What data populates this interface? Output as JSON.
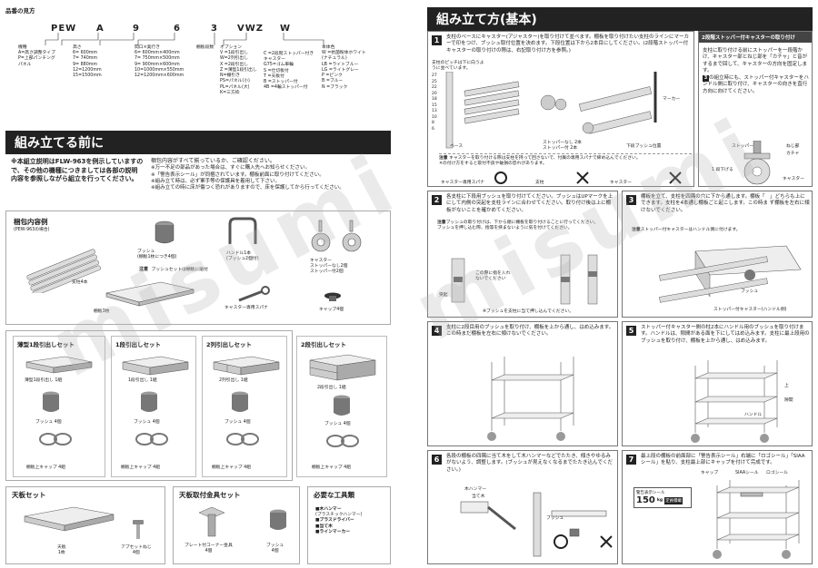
{
  "left": {
    "code_section": {
      "title": "品番の見方",
      "code_parts": [
        "PEW",
        "A",
        "9",
        "6",
        "3",
        "VWZ",
        "W"
      ],
      "col_kisyu": {
        "label": "機種",
        "lines": [
          "A=高さ調整タイプ",
          "P=上部パンチング",
          "パネル"
        ]
      },
      "col_height": {
        "label": "高さ",
        "lines": [
          "6= 600mm",
          "7= 740mm",
          "9= 880mm",
          "12=1200mm",
          "15=1500mm"
        ]
      },
      "col_size": {
        "label": "間口×奥行き",
        "lines": [
          "6= 600mm×400mm",
          "7= 750mm×500mm",
          "9= 900mm×600mm",
          "10=1000mm×550mm",
          "12=1200mm×600mm"
        ]
      },
      "col_shelves": {
        "label": "棚板段数"
      },
      "col_option": {
        "label": "オプション",
        "lines": [
          "V =1段引出し",
          "W=2列引出し",
          "X =2段引出し",
          "Z =薄型1段引出し",
          "N=棚引き",
          "PS=パネル(小)",
          "PL=パネル(大)",
          "K=三方枠"
        ]
      },
      "col_option2": {
        "lines": [
          "C =2段階ストッパー付き",
          "    キャスター",
          "G75=ゴム車輪",
          "S =仕切板付",
          "T =天板付",
          "B =ストッパー付",
          "4B =4輪ストッパー付"
        ]
      },
      "col_color": {
        "label": "本体色",
        "lines": [
          "W =抗菌粉体ホワイト",
          "(ナチュラル)",
          "LB =ライトブルー",
          "LG =ライトグレー",
          "P =ピンク",
          "B =ブルー",
          "N =ブラック"
        ]
      }
    },
    "before": {
      "header": "組み立てる前に",
      "notice": "※本組立説明はFLW-963を例示していますので、その他の機種につきましては各部の説明内容を参照しながら組立を行ってください。",
      "notes": [
        "梱包内容がすべて揃っているか、ご確認ください。",
        "※万一不足の部品があった場合は、すぐに購入先へお知らせください。",
        "※「警告表示シール」が同梱されています。棚板前面に取り付けてください。",
        "※組み立て時は、必ず軍手等の保護具を着用して下さい。",
        "※組み立ての時に床が傷つく恐れがありますので、床を保護してから行ってください。"
      ]
    },
    "package": {
      "title": "梱包内容例",
      "sub": "(PEW-963の場合)",
      "pole_label": "支柱4本",
      "bush_label": "ブッシュ",
      "bush_sub": "(棚板1枚につき4個)",
      "bush_note": "ブッシュセットは棚板に貼付",
      "note_label": "注意",
      "handle_label": "ハンドル1本",
      "handle_sub": "(ブッシュ2個付)",
      "caster_label": "キャスター",
      "caster_line1": "ストッパーなし2個",
      "caster_line2": "ストッパー付2個",
      "shelf_label": "棚板3枚",
      "spanner_label": "キャスター専用スパナ",
      "cap_label": "キャップ4個"
    },
    "drawer_sets": [
      {
        "title": "薄型1段引出しセット",
        "item": "薄型1段引出し 1組",
        "bush": "ブッシュ 4個",
        "cap": "棚板上キャップ 4組"
      },
      {
        "title": "1段引出しセット",
        "item": "1段引出し 1組",
        "bush": "ブッシュ 4個",
        "cap": "棚板上キャップ 4組"
      },
      {
        "title": "2列引出しセット",
        "item": "2列引出し 1組",
        "bush": "ブッシュ 4個",
        "cap": "棚板上キャップ 4組"
      },
      {
        "title": "2段引出しセット",
        "item": "2段引出し 1組",
        "bush": "ブッシュ 4個",
        "cap": "棚板上キャップ 4組"
      }
    ],
    "top_set": {
      "title": "天板セット",
      "item": "天板",
      "qty": "1枚",
      "screw": "アプセットねじ",
      "screw_qty": "4個"
    },
    "top_hw_set": {
      "title": "天板取付金具セット",
      "plate": "プレート付コーナー金具",
      "plate_qty": "4個",
      "bush": "ブッシュ",
      "bush_qty": "4個"
    },
    "tools": {
      "title": "必要な工具類",
      "items": [
        "■木ハンマー",
        "(プラスチックハンマー)",
        "■プラスドライバー",
        "■当て木",
        "■ラインマーカー"
      ]
    }
  },
  "right": {
    "header": "組み立て方(基本)",
    "step1": {
      "num": "1",
      "text": "支柱のベースにキャスター(アジャスター)を取り付けて並べます。棚板を取り付けたい支柱のラインにマーカーで印をつけ、ブッシュ取付位置を決めます。下段位置は下から2本目にしてください。(2段階ストッパー付キャスターの取り付けの際は、右記取り付け方を参照。)",
      "ruler_note": "支柱のピッチは下に向うように並べています。",
      "base_label": "ベース",
      "marker_label": "マーカー",
      "bush_pos": "下段ブッシュ位置",
      "stopper_no": "ストッパーなし 2本",
      "stopper_yes": "ストッパー付 2本",
      "caution_label": "注意",
      "caution": "キャスターを取り付ける際は支柱を持って回さないで、付属の専用スパナで締め込んでください。",
      "caution2": "の付け方をすると取付不良や破損の恐れがあります。",
      "spanner": "キャスター専用スパナ",
      "support": "支柱",
      "caster": "キャスター",
      "ruler_nums": [
        "27",
        "25",
        "22",
        "20",
        "18",
        "15",
        "13",
        "10",
        "8",
        "6"
      ]
    },
    "caster2": {
      "title": "2段階ストッパー付キャスターの取り付け",
      "text1": "支柱に取り付ける前にストッパーを一段階かけ、キャスター部とねじ部を「カチャ」と音がするまで回して、キャスターの方向を固定します。",
      "text2": "の組立時にも、ストッパー付キャスターをハンドル側に取り付け、キャスターの向きを直行方向に向けてください。",
      "ref1": "1",
      "ref2": "3",
      "stopper": "ストッパー",
      "nejibu": "ねじ部",
      "kacha": "カチャ",
      "step_down": "1 段下げる",
      "caster": "キャスター"
    },
    "step2": {
      "num": "2",
      "text": "各支柱に下段用ブッシュを取り付けてください。ブッシュはUPマークを上にして内側の突起を支柱ラインに合わせてください。取り付け後は上に棚板がないことを確かめてください。",
      "caution_label": "注意",
      "caution": "ブッシュの取り付けは、下から順に棚板を取り付けることに行ってください。",
      "caution2": "ブッシュを押し込む際、指等を挟まないように気を付けてください。",
      "inner_label": "この際に指を入れないでください",
      "protrusion": "突起",
      "bottom_note": "※ブッシュを支柱に当て押し込んでください。"
    },
    "step3": {
      "num": "3",
      "text": "棚板を立て、支柱を四隅の穴に下から通します。棚板「　」どちらも上にできます。支柱を4本通し棚板ごと起こします。この時ま ず棚板を左右に傾けないでください。",
      "caution_label": "注意",
      "caution": "ストッパー付キャスターはハンドル側に付けます。",
      "bush": "ブッシュ",
      "stopper_caster": "ストッパー付キャスター(ハンドル側)"
    },
    "step4": {
      "num": "4",
      "text": "支柱に2段目用のブッシュを取り付け、棚板を上から通し、はめ込みます。この時まだ棚板を左右に傾けないでください。"
    },
    "step5": {
      "num": "5",
      "text": "ストッパー付キャスター側の柱2本にハンドル用のブッシュを取り付けます。ハンドルは、隙間がある面を下にしてはめ込みます。支柱に最上段用のブッシュを取り付け、棚板を上から通し、はめ込みます。",
      "up_label": "上",
      "gap_label": "隙間",
      "handle_label": "ハンドル"
    },
    "step6": {
      "num": "6",
      "text": "各段の棚板の四隅に当て木をして木ハンマーなどでたたき、傾きやゆるみがないよう、調整します。(ブッシュが見えなくなるまでたたき込んでください。)",
      "hammer": "木ハンマー",
      "block": "当て木",
      "bush": "ブッシュ"
    },
    "step7": {
      "num": "7",
      "text": "最上段の棚板の前面部に「警告表示シール」右端に「ロゴシール」「SIAAシール」を貼り、支柱最上部にキャップを付けて完成です。",
      "cap": "キャップ",
      "siaa": "SIAAシール",
      "logo": "ロゴシール",
      "warning_title": "警告表示シール",
      "warning_load": "150",
      "warning_unit": "kg",
      "warning_sub": "定員積載"
    }
  },
  "watermark": "misumi"
}
